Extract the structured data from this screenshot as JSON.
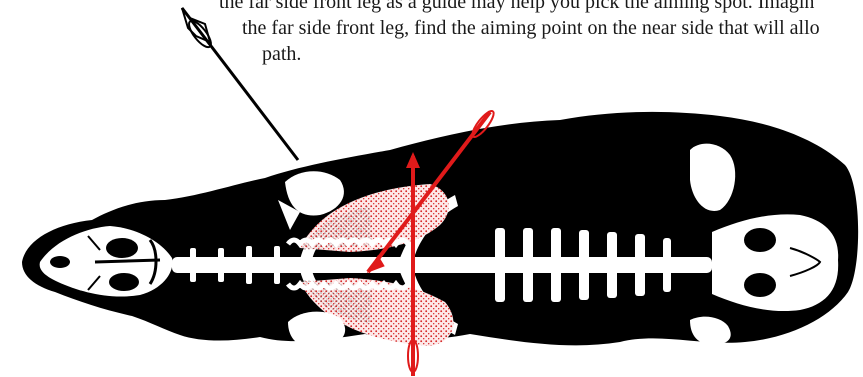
{
  "text": {
    "line1": "the far side front leg as a guide may help you pick the aiming spot. Imagin",
    "line2": "the far side front leg, find the aiming point on the near side that will allo",
    "line3": "path."
  },
  "colors": {
    "silhouette": "#000000",
    "bone": "#ffffff",
    "lung_fill": "#fde8e8",
    "lung_dots": "#d42020",
    "arrow_red": "#e01a1a",
    "arrow_black": "#000000",
    "text": "#1a1a1a"
  },
  "figure": {
    "subject": "top-down skeleton of a deer with lungs and arrow paths",
    "arrows": [
      "black-arrow-quartering",
      "red-arrow-angled",
      "red-arrow-vertical"
    ]
  }
}
